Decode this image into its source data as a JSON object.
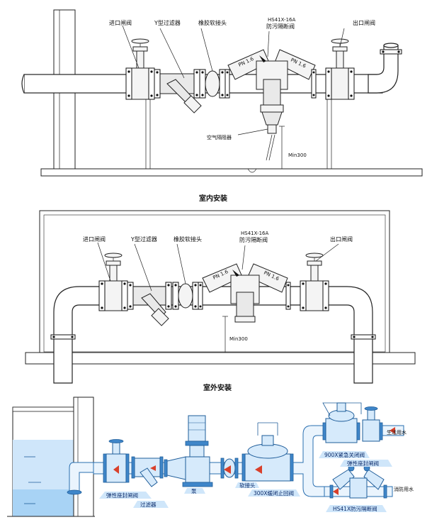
{
  "diagram1": {
    "labels": {
      "inlet_valve": "进口闸阀",
      "y_filter": "Y型过滤器",
      "rubber_joint": "橡胶软接头",
      "model": "HS41X-16A",
      "backflow_preventer": "防污隔断阀",
      "outlet_valve": "出口闸阀",
      "air_gap": "空气隔阻器",
      "min_height": "Min300"
    },
    "caption": "室内安装"
  },
  "diagram2": {
    "labels": {
      "inlet_valve": "进口闸阀",
      "y_filter": "Y型过滤器",
      "rubber_joint": "橡胶软接头",
      "model": "HS41X-16A",
      "backflow_preventer": "防污隔断阀",
      "outlet_valve": "出口闸阀",
      "min_height": "Min300"
    },
    "caption": "室外安装"
  },
  "diagram3": {
    "labels": {
      "elastic_gate": "弹性座封闸阀",
      "filter": "过滤器",
      "pump": "泵",
      "soft_joint": "软接头",
      "check_valve": "300X缓闭止回阀",
      "emergency_valve": "900X紧急关闭阀",
      "elastic_gate_2": "弹性座封闸阀",
      "domestic_water": "生活用水",
      "fire_water": "消防用水",
      "backflow_valve": "HS41X防污隔断阀"
    }
  }
}
